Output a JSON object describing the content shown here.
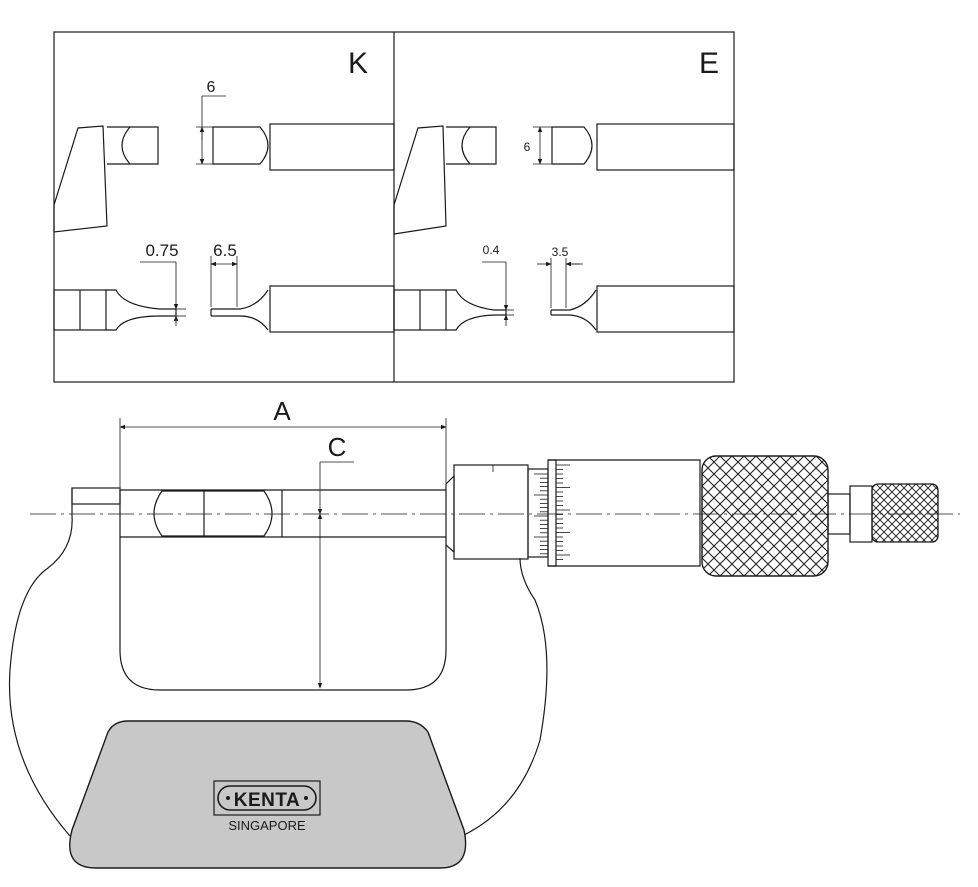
{
  "detail_panel": {
    "k": {
      "title": "K",
      "dim_height": "6",
      "dim_tip": "0.75",
      "dim_width": "6.5"
    },
    "e": {
      "title": "E",
      "dim_height": "6",
      "dim_tip": "0.4",
      "dim_width": "3.5"
    }
  },
  "main": {
    "dim_a": "A",
    "dim_c": "C"
  },
  "logo": {
    "brand": "KENTA",
    "country": "SINGAPORE"
  },
  "colors": {
    "ink": "#1a1a1a",
    "plate": "#c8c8c8"
  }
}
